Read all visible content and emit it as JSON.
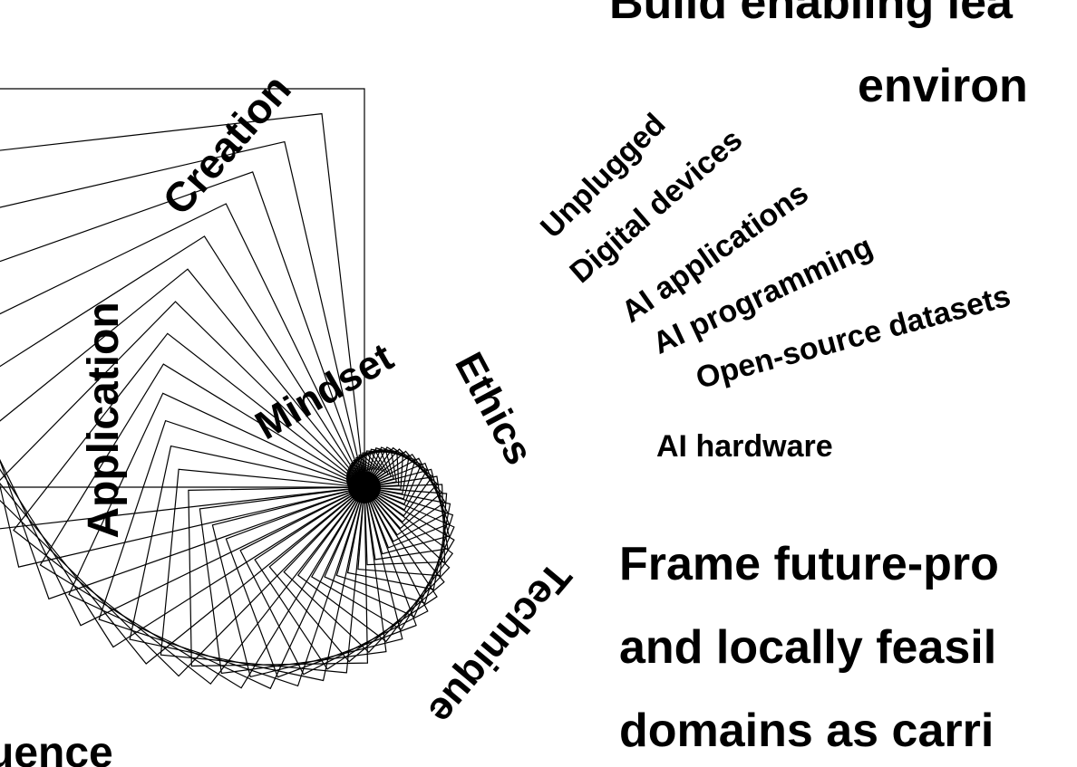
{
  "colors": {
    "background": "#ffffff",
    "ink": "#000000"
  },
  "heading_top": {
    "line1": "Build enabling lea",
    "line2": "environ"
  },
  "heading_bottom": {
    "line1": "Frame future-pro",
    "line2": "and locally feasil",
    "line3": "domains as carri"
  },
  "heading_left_cut": "uence",
  "spiral_labels": {
    "creation": "Creation",
    "application": "Application",
    "mindset": "Mindset",
    "ethics": "Ethics",
    "technique": "Technique"
  },
  "environments": [
    "Unplugged",
    "Digital devices",
    "AI applications",
    "AI programming",
    "Open-source datasets",
    "AI hardware"
  ]
}
